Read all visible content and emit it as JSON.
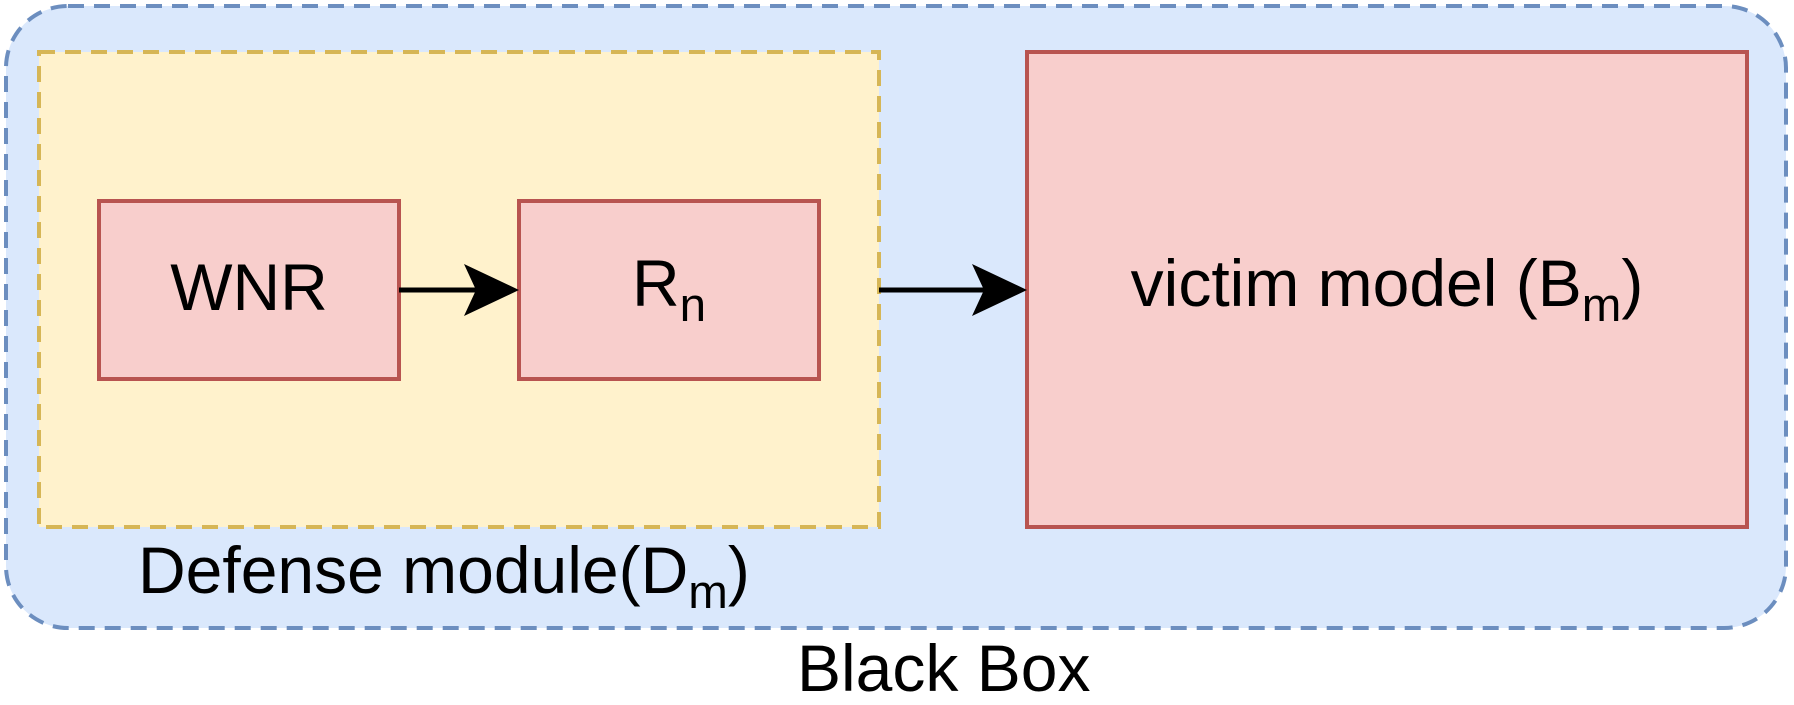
{
  "colors": {
    "black_box_fill": "#dae8fc",
    "black_box_stroke": "#6c8ebf",
    "defense_fill": "#fff2cc",
    "defense_stroke": "#d6b656",
    "block_fill": "#f8cecc",
    "block_stroke": "#b85450",
    "arrow": "#000000"
  },
  "black_box": {
    "label": "Black Box"
  },
  "defense_module": {
    "label_main": "Defense module(D",
    "label_sub": "m",
    "label_close": ")"
  },
  "wnr": {
    "label": "WNR"
  },
  "rn": {
    "label_main": "R",
    "label_sub": "n"
  },
  "victim_model": {
    "label_main": "victim model (B",
    "label_sub": "m",
    "label_close": ")"
  }
}
